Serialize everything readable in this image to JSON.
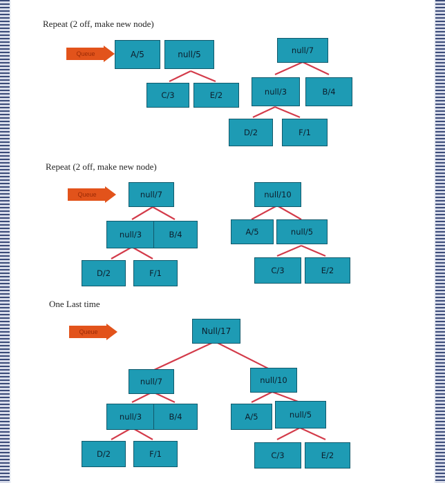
{
  "sections": [
    {
      "heading": "Repeat (2 off, make new node)",
      "queue_label": "Queue",
      "queue_nodes": [
        "A/5",
        "null/5"
      ],
      "nodes": {
        "n7": "null/7",
        "c3": "C/3",
        "e2": "E/2",
        "n3": "null/3",
        "b4": "B/4",
        "d2": "D/2",
        "f1": "F/1"
      }
    },
    {
      "heading": "Repeat (2 off, make new node)",
      "queue_label": "Queue",
      "nodes": {
        "n7": "null/7",
        "n3": "null/3",
        "b4": "B/4",
        "d2": "D/2",
        "f1": "F/1",
        "n10": "null/10",
        "a5": "A/5",
        "n5": "null/5",
        "c3": "C/3",
        "e2": "E/2"
      }
    },
    {
      "heading": "One Last time",
      "queue_label": "Queue",
      "nodes": {
        "n17": "Null/17",
        "n7": "null/7",
        "n3": "null/3",
        "b4": "B/4",
        "d2": "D/2",
        "f1": "F/1",
        "n10": "null/10",
        "a5": "A/5",
        "n5": "null/5",
        "c3": "C/3",
        "e2": "E/2"
      }
    }
  ],
  "colors": {
    "node_fill": "#1e9bb4",
    "node_border": "#10586a",
    "edge": "#d33b4a",
    "queue_arrow": "#e2531b"
  }
}
